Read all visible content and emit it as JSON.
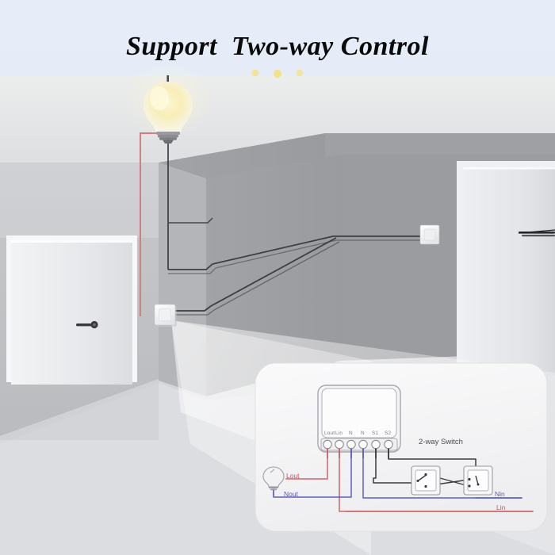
{
  "page": {
    "title": "Support  Two-way Control",
    "background_top": "#e3ebf7",
    "background_bottom": "#dce7f4"
  },
  "scene": {
    "room": {
      "name": "room-corner-interior",
      "ceiling_color": "#e9eaec",
      "back_wall_color": "#d8d9db",
      "left_wall_color": "#c9cacc",
      "side_wall_color": "#9b9ca0",
      "front_wall_color": "#a9aaae",
      "floor_color": "#d2d3d6"
    },
    "bulb": {
      "name": "ceiling-light-bulb",
      "glow_color": "#f6e6a8",
      "glass_color": "#f5f2e8",
      "base_color": "#8e8e92"
    },
    "sparkles": {
      "count": 3,
      "color": "#f7e27a"
    },
    "doors": [
      {
        "name": "door-left",
        "handle": "lever-handle"
      },
      {
        "name": "door-right",
        "handle": "bar-handle"
      }
    ],
    "wall_switches": [
      {
        "name": "wall-switch-near",
        "label": ""
      },
      {
        "name": "wall-switch-far",
        "label": ""
      }
    ],
    "wires": {
      "live_color": "#d07a80",
      "neutral_color": "#3c3c42",
      "conduit_color": "#46464c"
    }
  },
  "diagram": {
    "panel_name": "wiring-diagram-callout",
    "panel_bg": "#f2f2f4",
    "module": {
      "name": "smart-switch-module",
      "body_color": "#fbfbfc",
      "outline_color": "#9a9aa0",
      "terminals": [
        "Lout",
        "Lin",
        "N",
        "N",
        "S1",
        "S2"
      ],
      "terminal_wire_colors": [
        "#c8676d",
        "#c8676d",
        "#5b61bb",
        "#5b61bb",
        "#3a3a40",
        "#3a3a40"
      ]
    },
    "switch_block": {
      "title": "2-way Switch",
      "switch_count": 2
    },
    "labels": {
      "lout": "Lout",
      "nout": "Nout",
      "nin": "Nin",
      "lin": "Lin"
    },
    "lamp_icon": "bulb-icon",
    "colors": {
      "live": "#c8676d",
      "neutral": "#5b61bb",
      "signal": "#3a3a40"
    }
  }
}
